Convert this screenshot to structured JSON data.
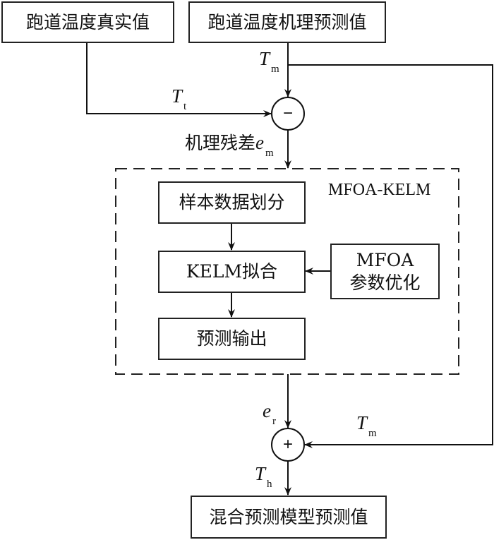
{
  "boxes": {
    "true_value": "跑道温度真实值",
    "mech_pred": "跑道温度机理预测值",
    "sample_split": "样本数据划分",
    "kelm_fit": "KELM拟合",
    "predict_output": "预测输出",
    "mfoa_line1": "MFOA",
    "mfoa_line2": "参数优化",
    "hybrid_pred": "混合预测模型预测值"
  },
  "group_label": "MFOA-KELM",
  "operators": {
    "subtract": "−",
    "add": "+"
  },
  "signals": {
    "tm_top": {
      "main": "T",
      "sub": "m"
    },
    "tt": {
      "main": "T",
      "sub": "t"
    },
    "residual_prefix": "机理残差",
    "em": {
      "main": "e",
      "sub": "m"
    },
    "er": {
      "main": "e",
      "sub": "r"
    },
    "tm_right": {
      "main": "T",
      "sub": "m"
    },
    "th": {
      "main": "T",
      "sub": "h"
    }
  }
}
